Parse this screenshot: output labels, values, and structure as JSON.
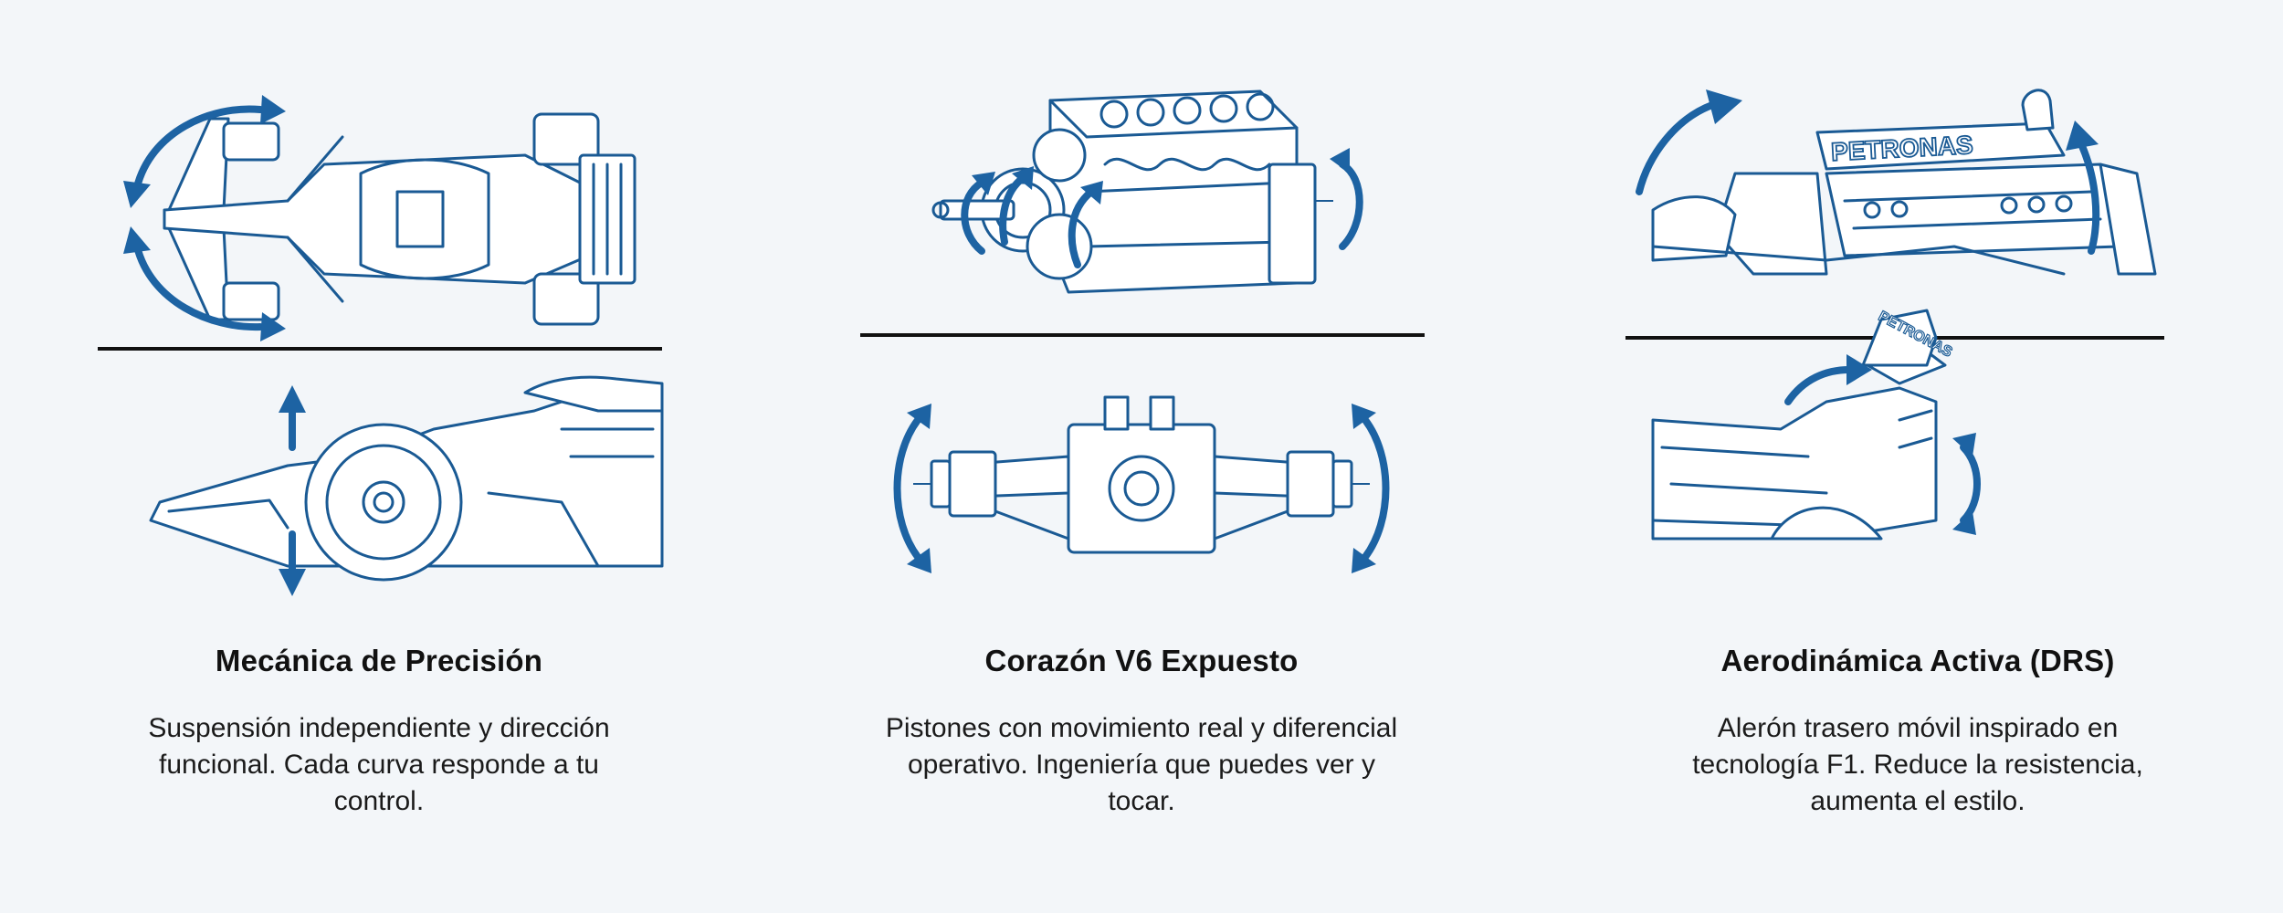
{
  "features": [
    {
      "title": "Mecánica de Precisión",
      "text": "Suspensión independiente y dirección funcional. Cada curva responde a tu control.",
      "illustration_icon": "f1-car-steering-suspension-illustration"
    },
    {
      "title": "Corazón V6 Expuesto",
      "text": "Pistones con movimiento real y diferencial operativo. Ingeniería que puedes ver y tocar.",
      "illustration_icon": "v6-engine-differential-illustration"
    },
    {
      "title": "Aerodinámica Activa (DRS)",
      "text": "Alerón trasero móvil inspirado en tecnología F1. Reduce la resistencia, aumenta el estilo.",
      "illustration_icon": "drs-rear-wing-illustration",
      "wing_lettering": "PETRONAS"
    }
  ],
  "colors": {
    "line_art": "#1a5a94",
    "arrow": "#1d63a3",
    "background": "#f3f6f9",
    "text": "#111111"
  }
}
